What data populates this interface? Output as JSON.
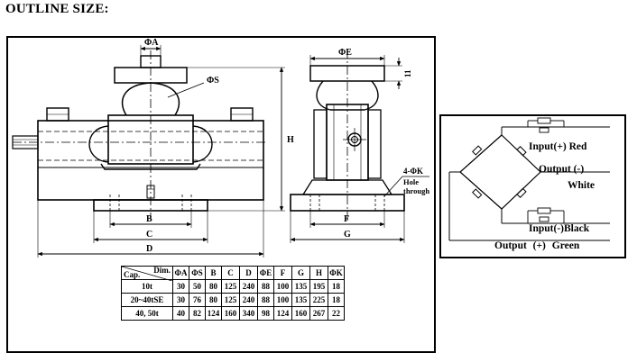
{
  "heading": "OUTLINE SIZE:",
  "drawing_labels": {
    "phi_a": "ΦA",
    "phi_s": "ΦS",
    "phi_e": "ΦE",
    "h": "H",
    "eleven": "11",
    "b": "B",
    "c": "C",
    "d": "D",
    "f": "F",
    "g": "G",
    "four_phi_k": "4-ΦK",
    "hole": "Hole",
    "through": "through"
  },
  "table": {
    "corner_top": "Dim.",
    "corner_bottom": "Cap.",
    "headers": [
      "ΦA",
      "ΦS",
      "B",
      "C",
      "D",
      "ΦE",
      "F",
      "G",
      "H",
      "ΦK"
    ],
    "rows": [
      {
        "cap": "10t",
        "values": [
          "30",
          "50",
          "80",
          "125",
          "240",
          "88",
          "100",
          "135",
          "195",
          "18"
        ]
      },
      {
        "cap": "20~40tSE",
        "values": [
          "30",
          "76",
          "80",
          "125",
          "240",
          "88",
          "100",
          "135",
          "225",
          "18"
        ]
      },
      {
        "cap": "40, 50t",
        "values": [
          "40",
          "82",
          "124",
          "160",
          "340",
          "98",
          "124",
          "160",
          "267",
          "22"
        ]
      }
    ]
  },
  "wiring": {
    "input_pos_label": "Input",
    "input_pos_sign": "(+)",
    "input_pos_color": "Red",
    "output_neg_label": "Output",
    "output_neg_sign": "(-)",
    "output_neg_color": "White",
    "input_neg_label": "Input",
    "input_neg_sign": "(-)",
    "input_neg_color": "Black",
    "output_pos_label": "Output",
    "output_pos_sign": "(+)",
    "output_pos_color": "Green"
  }
}
